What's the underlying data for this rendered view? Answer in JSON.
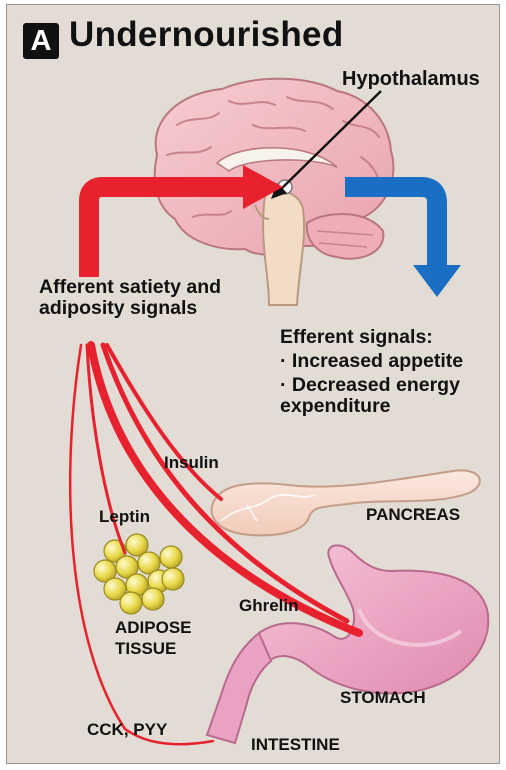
{
  "panel": {
    "letter": "A",
    "title": "Undernourished"
  },
  "labels": {
    "hypothalamus": "Hypothalamus",
    "afferent": "Afferent satiety and adiposity signals",
    "efferent_heading": "Efferent signals:",
    "efferent_items": [
      "· Increased appetite",
      "· Decreased energy expenditure"
    ],
    "insulin": "Insulin",
    "leptin": "Leptin",
    "ghrelin": "Ghrelin",
    "cck_pyy": "CCK, PYY",
    "pancreas": "PANCREAS",
    "adipose_tissue": "ADIPOSE TISSUE",
    "stomach": "STOMACH",
    "intestine": "INTESTINE"
  },
  "colors": {
    "background": "#e2dcd4",
    "afferent_signal": "#e8212e",
    "efferent_signal": "#1a6fc4",
    "brain": "#f1b8bf",
    "organ": "#eea3c3",
    "fat": "#e9d94a"
  }
}
